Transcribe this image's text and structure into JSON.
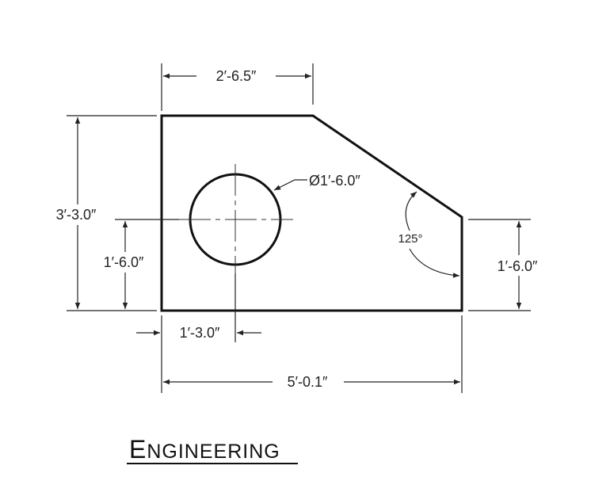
{
  "dimensions": {
    "top_width": "2′-6.5″",
    "overall_height": "3′-3.0″",
    "hole_center_height": "1′-6.0″",
    "hole_diameter": "Ø1′-6.0″",
    "angle": "125°",
    "right_edge_height": "1′-6.0″",
    "hole_center_offset": "1′-3.0″",
    "overall_width": "5′-0.1″"
  },
  "caption": "Engineering"
}
